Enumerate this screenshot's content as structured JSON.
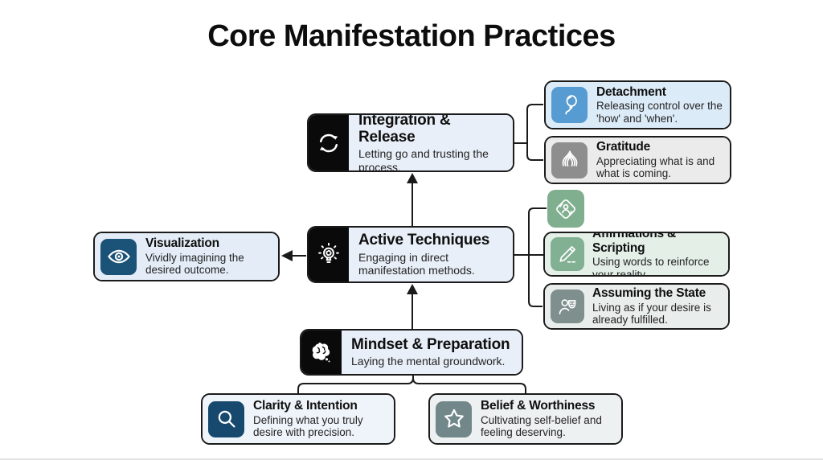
{
  "title": "Core Manifestation Practices",
  "connector_color": "#1a1a1a",
  "nodes": {
    "integration": {
      "title": "Integration & Release",
      "desc": "Letting go and trusting the process.",
      "icon": "refresh-cycle-icon",
      "icon_bg": "#0a0a0a",
      "body_bg": "#e9eff8"
    },
    "active": {
      "title": "Active Techniques",
      "desc": "Engaging in direct manifestation methods.",
      "icon": "lightbulb-icon",
      "icon_bg": "#0a0a0a",
      "body_bg": "#e9eff8"
    },
    "mindset": {
      "title": "Mindset & Preparation",
      "desc": "Laying the mental groundwork.",
      "icon": "brain-icon",
      "icon_bg": "#0a0a0a",
      "body_bg": "#e9eff8"
    },
    "visualization": {
      "title": "Visualization",
      "desc": "Vividly imagining the desired outcome.",
      "icon": "eye-icon",
      "icon_bg": "#1b5277",
      "body_bg": "#e3ecf7"
    },
    "detachment": {
      "title": "Detachment",
      "desc": "Releasing control over the 'how' and 'when'.",
      "icon": "balloon-icon",
      "icon_bg": "#569bd1",
      "body_bg": "#dcebf8"
    },
    "gratitude": {
      "title": "Gratitude",
      "desc": "Appreciating what is and what is coming.",
      "icon": "praying-hands-icon",
      "icon_bg": "#8e8e8e",
      "body_bg": "#ebebeb"
    },
    "embodiment": {
      "icon": "person-cycle-icon",
      "icon_bg": "#80af8f"
    },
    "affirmations": {
      "title": "Affirmations & Scripting",
      "desc": "Using words to reinforce your reality.",
      "icon": "pen-icon",
      "icon_bg": "#81b093",
      "body_bg": "#e4efe8"
    },
    "assuming": {
      "title": "Assuming the State",
      "desc": "Living as if your desire is already fulfilled.",
      "icon": "mask-person-icon",
      "icon_bg": "#7e8f8e",
      "body_bg": "#e9edec"
    },
    "clarity": {
      "title": "Clarity & Intention",
      "desc": "Defining what you truly desire with precision.",
      "icon": "magnifier-icon",
      "icon_bg": "#17496f",
      "body_bg": "#eff4fb"
    },
    "belief": {
      "title": "Belief & Worthiness",
      "desc": "Cultivating self-belief and feeling deserving.",
      "icon": "star-icon",
      "icon_bg": "#72878a",
      "body_bg": "#edf1f1"
    }
  }
}
